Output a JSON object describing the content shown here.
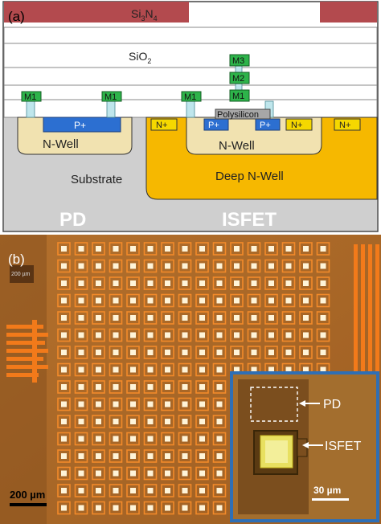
{
  "panel_a": {
    "label": "(a)",
    "nitride": {
      "base": "Si",
      "sub": "3",
      "mid": "N",
      "sub2": "4"
    },
    "oxide": {
      "base": "SiO",
      "sub": "2"
    },
    "metals": {
      "m1": "M1",
      "m2": "M2",
      "m3": "M3"
    },
    "polysilicon": "Polysilicon",
    "p_plus": "P+",
    "n_plus": "N+",
    "n_well": "N-Well",
    "deep_n_well": "Deep N-Well",
    "substrate": "Substrate",
    "pd_title": "PD",
    "isfet_title": "ISFET",
    "colors": {
      "nitride": "#b34a4e",
      "metal": "#2db34a",
      "pplus": "#2c6fd1",
      "nplus": "#f5d800",
      "nwell": "#f1e2b0",
      "deep": "#f6b800",
      "substrate": "#cfcfcf"
    }
  },
  "panel_b": {
    "label": "(b)",
    "corner_label": "200 µm",
    "scale_main": "200 µm",
    "inset_pd": "PD",
    "inset_isfet": "ISFET",
    "inset_scale": "30 µm",
    "colors": {
      "chip": "#c47a2e",
      "inset_border": "#2f6fb5"
    }
  }
}
